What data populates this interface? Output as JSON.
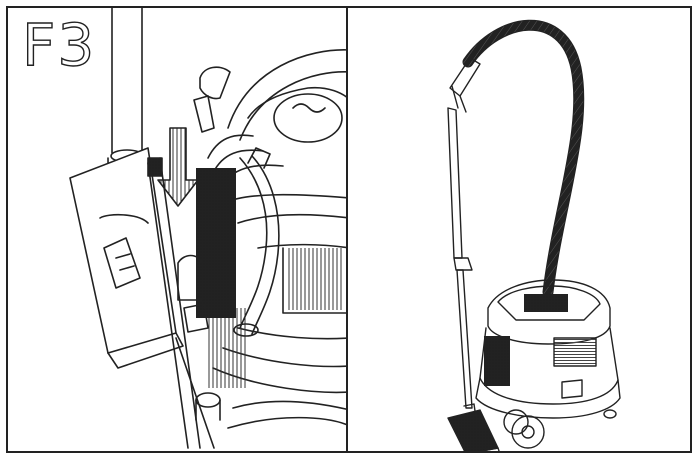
{
  "figure": {
    "step_label": "F3",
    "colors": {
      "line": "#222222",
      "background": "#ffffff"
    },
    "panels": [
      {
        "id": "panel-left",
        "depicts": "close-up"
      },
      {
        "id": "panel-right",
        "depicts": "full-view"
      }
    ]
  }
}
